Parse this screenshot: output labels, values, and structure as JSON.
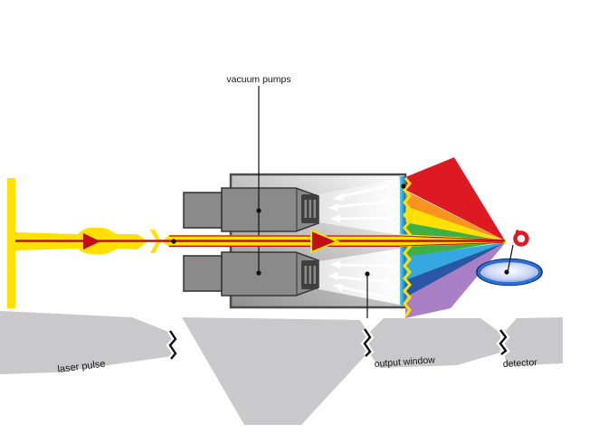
{
  "diagram": {
    "type": "beamline-schematic",
    "labels": {
      "pumps": "vacuum pumps",
      "beam": "laser pulse",
      "window": "output window",
      "detector": "detector"
    },
    "colors": {
      "beam_yellow": "#FFE000",
      "beam_red": "#C30D18",
      "fan_red": "#DD1A21",
      "fan_orange": "#F7941D",
      "fan_yellow": "#FFE000",
      "fan_green": "#3FAE49",
      "fan_skyblue": "#35A8E0",
      "fan_navy": "#2B56A4",
      "fan_purple": "#A97FC5",
      "window_blue": "#2AA9E0",
      "mirror_blue": "#2A6FD6",
      "chamber_gray": "#9a9a9a",
      "pump_gray": "#8a8a8a",
      "callout_gray": "#c9c9cc",
      "ink": "#161616"
    }
  }
}
